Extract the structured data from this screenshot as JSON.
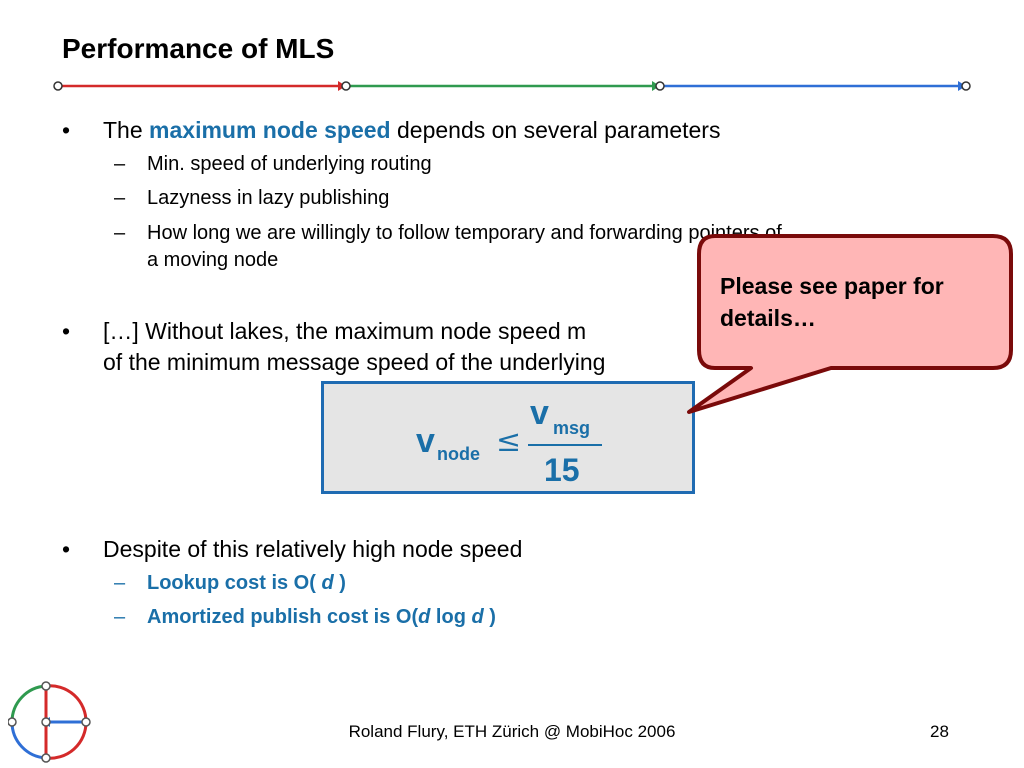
{
  "slide": {
    "title": "Performance of MLS",
    "bullets": {
      "b1_prefix": "The ",
      "b1_highlight": "maximum node speed",
      "b1_suffix": " depends on several parameters",
      "b1_sub1": "Min. speed of underlying routing",
      "b1_sub2": "Lazyness in lazy publishing",
      "b1_sub3_line1": "How long we are willingly to follow temporary and forwarding pointers of",
      "b1_sub3_line2": "a moving node",
      "b2_line1": "[…] Without lakes, the maximum node speed m",
      "b2_line2": "of the minimum message speed of the underlying",
      "b3": "Despite of this relatively high node speed",
      "b3_sub1_a": "Lookup cost is O( ",
      "b3_sub1_d": "d",
      "b3_sub1_b": " )",
      "b3_sub2_a": "Amortized publish cost is O(",
      "b3_sub2_d1": "d",
      "b3_sub2_log": " log ",
      "b3_sub2_d2": "d",
      "b3_sub2_b": " )"
    },
    "bullet_symbol": "•",
    "dash_symbol": "–",
    "formula": {
      "v_left": "v",
      "node_subscript": "node",
      "relation": "≤",
      "v_numerator": "v",
      "msg_subscript": "msg",
      "denominator": "15"
    },
    "callout": "Please see paper for details…",
    "footer": "Roland Flury, ETH Zürich @ MobiHoc 2006",
    "page_number": "28"
  },
  "colors": {
    "accent_blue": "#1a6fa8",
    "box_border": "#1f6bb2",
    "callout_fill": "#ffb6b6",
    "callout_border": "#7a0a0a",
    "line_red": "#d42a2a",
    "line_green": "#2f9a4f",
    "line_blue": "#2f6fd6"
  }
}
